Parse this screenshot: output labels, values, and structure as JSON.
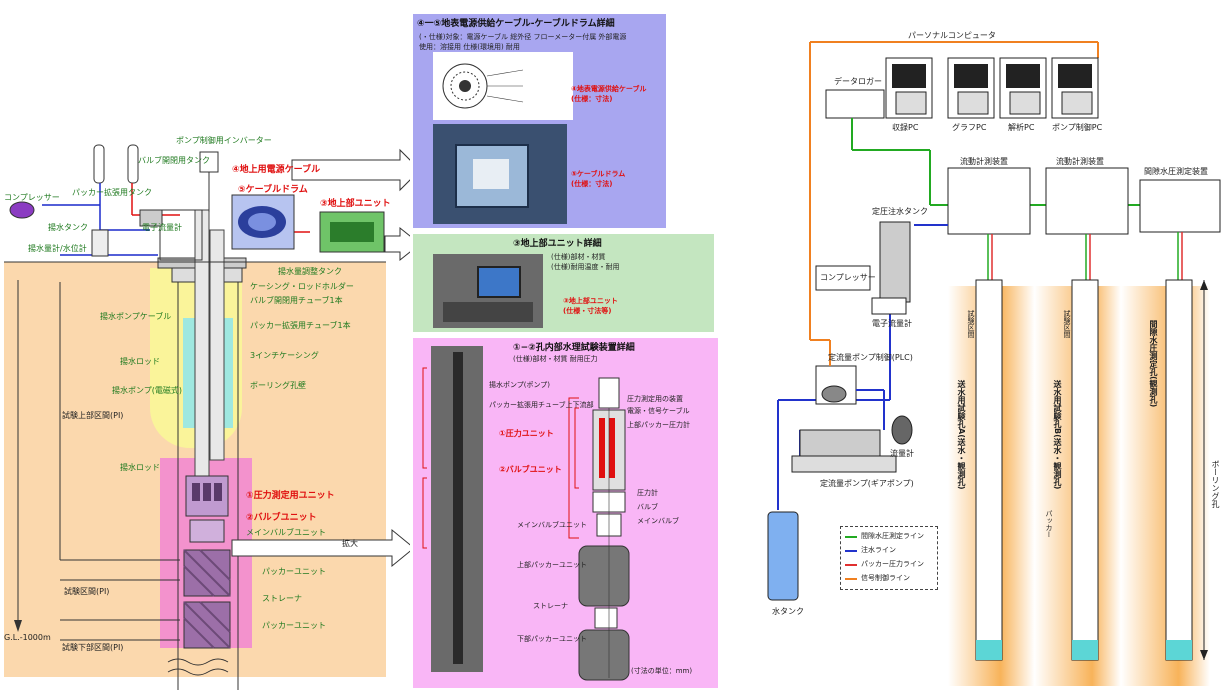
{
  "left": {
    "compressor": "コンプレッサー",
    "valve_tank": "バルブ開閉用タンク",
    "packer_tank": "パッカー拡張用タンク",
    "water_tank": "揚水タンク",
    "flowmeter": "電子流量計",
    "pump_inverter": "ポンプ制御用インバーター",
    "water_meter": "揚水量計/水位計",
    "drill_label": "G.L.-1000m",
    "cable_label": "④地上用電源ケーブル",
    "drum_label": "⑤ケーブルドラム",
    "ground_unit": "③地上部ユニット",
    "observation_tank": "揚水量調整タンク",
    "labels_right": [
      "ケーシング・ロッドホルダー",
      "バルブ開閉用チューブ1本",
      "パッカー拡張用チューブ1本",
      "3インチケーシング",
      "ボーリング孔壁",
      "メインバルブユニット",
      "パッカーユニット",
      "ストレーナ",
      "パッカーユニット"
    ],
    "labels_left": [
      "揚水ポンプケーブル",
      "揚水ロッド",
      "揚水ポンプ(電磁式)",
      "揚水ロッド"
    ],
    "red_labels": [
      "①圧力測定用ユニット",
      "②バルブユニット"
    ],
    "section_labels": [
      "試験上部区間(PI)",
      "試験区間(PI)",
      "試験下部区間(PI)"
    ],
    "expand": "拡大"
  },
  "panel_cable": {
    "title": "④一⑤地表電源供給ケーブル-ケーブルドラム詳細",
    "sub1": "(・仕様)対象：電源ケーブル 総外径 フローメーター付属   外部電源",
    "sub2": "使用：溶接用  仕様(環境用)  耐用",
    "red1": "④地表電源供給ケーブル",
    "red1b": "(仕様：寸法)",
    "red2": "⑤ケーブルドラム",
    "red2b": "(仕様：寸法)"
  },
  "panel_ground": {
    "title": "③地上部ユニット詳細",
    "sub1": "(仕様)部材・材質",
    "sub2": "(仕様)耐用温度・耐用",
    "red1": "③地上部ユニット",
    "red1b": "(仕様・寸法等)"
  },
  "panel_downhole": {
    "title": "①−②孔内部水理試験装置詳細",
    "sub": "(仕様)部材・材質  耐用圧力",
    "labels": [
      "揚水ポンプ(ポンプ)",
      "パッカー拡張用チューブ上下流部",
      "①圧力ユニット",
      "②バルブユニット",
      "メインバルブユニット",
      "上部パッカーユニット",
      "ストレーナ",
      "下部パッカーユニット"
    ],
    "right_labels": [
      "圧力測定用の装置",
      "電源・信号ケーブル",
      "上部パッカー圧力計",
      "圧力計",
      "バルブ",
      "メインバルブ"
    ],
    "bottom": "(寸法の単位：mm)"
  },
  "right": {
    "pc_title": "パーソナルコンピュータ",
    "data_logger": "データロガー",
    "pcs": [
      "収録PC",
      "グラフPC",
      "解析PC",
      "ポンプ制御PC"
    ],
    "controllers": [
      "流動計測装置",
      "流動計測装置",
      "間隙水圧測定装置"
    ],
    "tank_water": "定圧注水タンク",
    "compressor": "コンプレッサー",
    "flow_valve": "電子流量計",
    "pump_ctrl": "定流量ポンプ制御(PLC)",
    "pump": "定流量ポンプ(ギアポンプ)",
    "flowmeter": "流量計",
    "water_tank": "水タンク",
    "hole_labels": [
      "送水用試験孔A(送水・観測孔)",
      "試験区間",
      "送水用試験孔B(送水・観測孔)",
      "試験区間",
      "間隙水圧測定孔(観測孔)"
    ],
    "packer_label": "パッカー",
    "depth_label": "ボーリング孔",
    "legend": [
      {
        "label": "間隙水圧測定ライン",
        "color": "#22aa22"
      },
      {
        "label": "注水ライン",
        "color": "#2233cc"
      },
      {
        "label": "パッカー圧力ライン",
        "color": "#e03030"
      },
      {
        "label": "信号制御ライン",
        "color": "#f08020"
      }
    ]
  }
}
